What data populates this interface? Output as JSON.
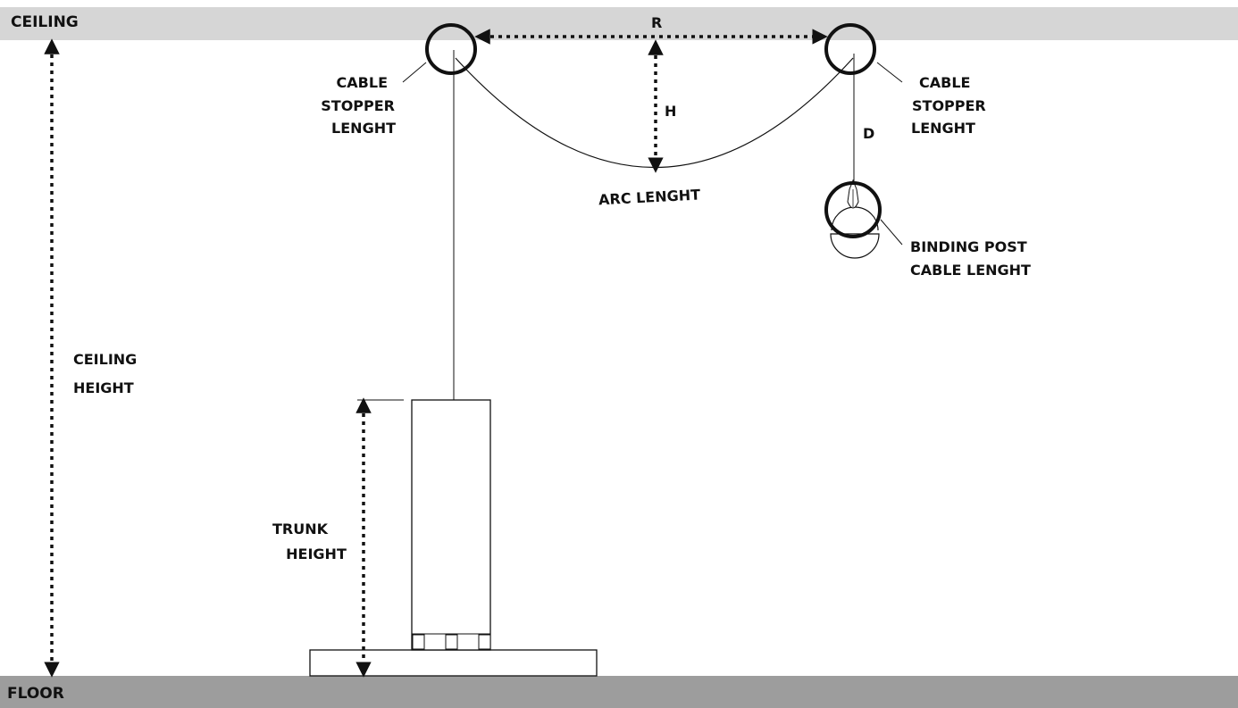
{
  "ceiling": {
    "label": "CEILING",
    "color": "#d6d6d6"
  },
  "floor": {
    "label": "FLOOR",
    "color": "#9d9d9d"
  },
  "labels": {
    "ceiling_height": [
      "CEILING",
      "HEIGHT"
    ],
    "trunk_height": [
      "TRUNK",
      "HEIGHT"
    ],
    "cable_stopper_left": [
      "CABLE",
      "STOPPER",
      "LENGHT"
    ],
    "cable_stopper_right": [
      "CABLE",
      "STOPPER",
      "LENGHT"
    ],
    "binding_post": [
      "BINDING POST",
      "CABLE LENGHT"
    ],
    "arc_length": "ARC LENGHT",
    "r": "R",
    "h": "H",
    "d": "D"
  }
}
